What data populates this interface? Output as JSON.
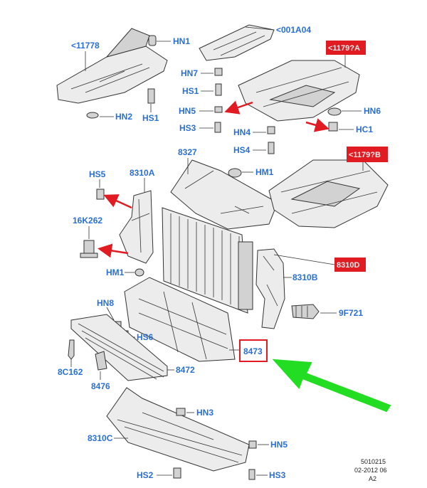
{
  "labels": {
    "l_11778": "<11778",
    "l_hn1": "HN1",
    "l_001a04": "<001A04",
    "l_1179a": "<1179?A",
    "l_hn7": "HN7",
    "l_hs1_top": "HS1",
    "l_hn5_top": "HN5",
    "l_hs3_top": "HS3",
    "l_hn4": "HN4",
    "l_hs4": "HS4",
    "l_hn6": "HN6",
    "l_hc1": "HC1",
    "l_hn2": "HN2",
    "l_hs1_left": "HS1",
    "l_8327": "8327",
    "l_hm1_top": "HM1",
    "l_1179b": "<1179?B",
    "l_hs5": "HS5",
    "l_8310a": "8310A",
    "l_16k262": "16K262",
    "l_8310d": "8310D",
    "l_hm1_mid": "HM1",
    "l_8310b": "8310B",
    "l_hn8": "HN8",
    "l_9f721": "9F721",
    "l_hs6": "HS6",
    "l_8473": "8473",
    "l_8c162": "8C162",
    "l_8472": "8472",
    "l_8476": "8476",
    "l_hn3_bottom": "HN3",
    "l_8310c": "8310C",
    "l_hn5_bottom": "HN5",
    "l_hs2": "HS2",
    "l_hs3_bottom": "HS3"
  },
  "reference": {
    "line1": "5010215",
    "line2": "02-2012 06",
    "line3": "A2"
  },
  "colors": {
    "label": "#2a6fd6",
    "highlight_fill": "#e11b22",
    "arrow_red": "#e11b22",
    "arrow_green": "#22dd22",
    "box_outline": "#e11b22"
  },
  "icons": [
    "red-arrow",
    "green-arrow",
    "fastener-screw",
    "push-clip"
  ]
}
